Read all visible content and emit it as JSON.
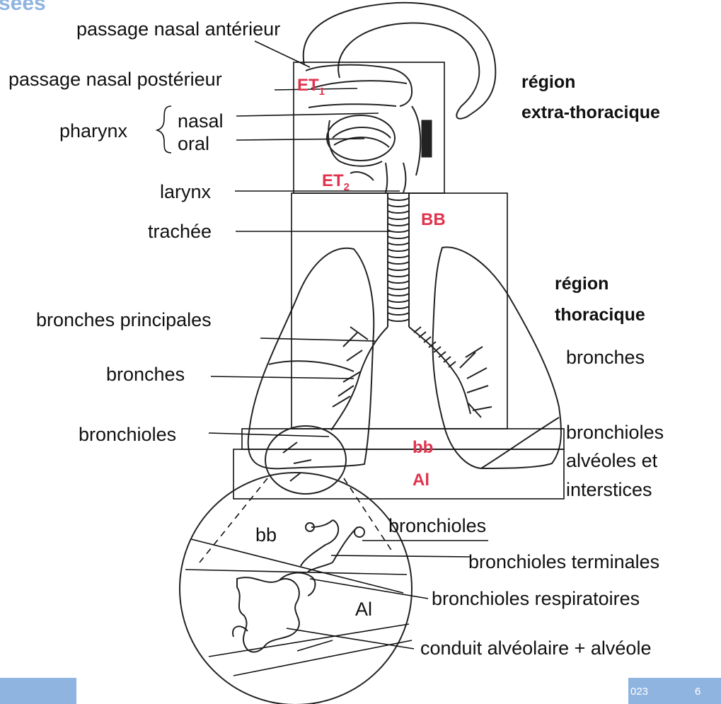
{
  "title_fragment": "sées",
  "anatomy_labels": {
    "anterior_nasal": "passage nasal antérieur",
    "posterior_nasal": "passage nasal postérieur",
    "pharynx": "pharynx",
    "nasal": "nasal",
    "oral": "oral",
    "larynx": "larynx",
    "trachea": "trachée",
    "main_bronchi": "bronches principales",
    "bronchi": "bronches",
    "bronchioles": "bronchioles"
  },
  "regions": {
    "extrathoracic_line1": "région",
    "extrathoracic_line2": "extra-thoracique",
    "thoracic_line1": "région",
    "thoracic_line2": "thoracique",
    "bronchi": "bronches",
    "bronchioles": "bronchioles",
    "alveoli_line1": "alvéoles et",
    "alveoli_line2": "interstices"
  },
  "region_codes": {
    "et1": "ET",
    "et1_sub": "1",
    "et2": "ET",
    "et2_sub": "2",
    "bb_upper": "BB",
    "bb_lower": "bb",
    "al": "Al"
  },
  "inset": {
    "bb": "bb",
    "al": "Al",
    "bronchioles": "bronchioles",
    "terminal_bronchioles": "bronchioles terminales",
    "respiratory_bronchioles": "bronchioles respiratoires",
    "alveolar_duct": "conduit alvéolaire + alvéole"
  },
  "footer": {
    "date_fragment": "023",
    "page_number": "6"
  },
  "colors": {
    "code_red": "#e0334d",
    "title_blue": "#8fb4e0",
    "footer_blue": "#8fb4e0"
  }
}
